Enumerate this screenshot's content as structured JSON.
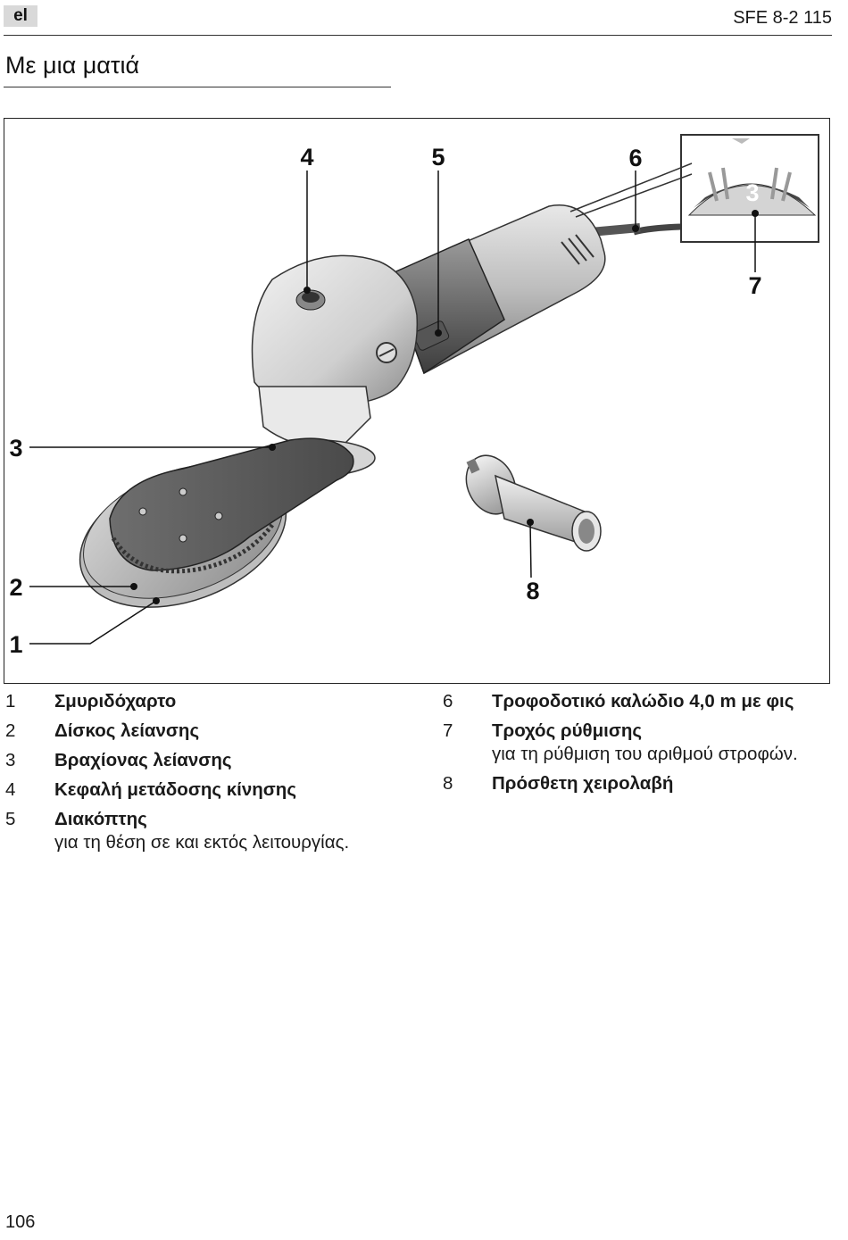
{
  "header": {
    "lang": "el",
    "model": "SFE 8-2 115",
    "title": "Με μια ματιά"
  },
  "figure": {
    "callouts": [
      "1",
      "2",
      "3",
      "4",
      "5",
      "6",
      "7",
      "8"
    ],
    "dial_value": "3"
  },
  "legend": {
    "left": [
      {
        "num": "1",
        "label": "Σμυριδόχαρτο",
        "desc": ""
      },
      {
        "num": "2",
        "label": "Δίσκος λείανσης",
        "desc": ""
      },
      {
        "num": "3",
        "label": "Βραχίονας λείανσης",
        "desc": ""
      },
      {
        "num": "4",
        "label": "Κεφαλή μετάδοσης κίνησης",
        "desc": ""
      },
      {
        "num": "5",
        "label": "Διακόπτης",
        "desc": "για τη θέση σε και εκτός λειτουργίας."
      }
    ],
    "right": [
      {
        "num": "6",
        "label": "Τροφοδοτικό καλώδιο 4,0 m με φις",
        "desc": ""
      },
      {
        "num": "7",
        "label": "Τροχός ρύθμισης",
        "desc": "για τη ρύθμιση του αριθμού στροφών."
      },
      {
        "num": "8",
        "label": "Πρόσθετη χειρολαβή",
        "desc": ""
      }
    ]
  },
  "footer": {
    "page": "106"
  }
}
